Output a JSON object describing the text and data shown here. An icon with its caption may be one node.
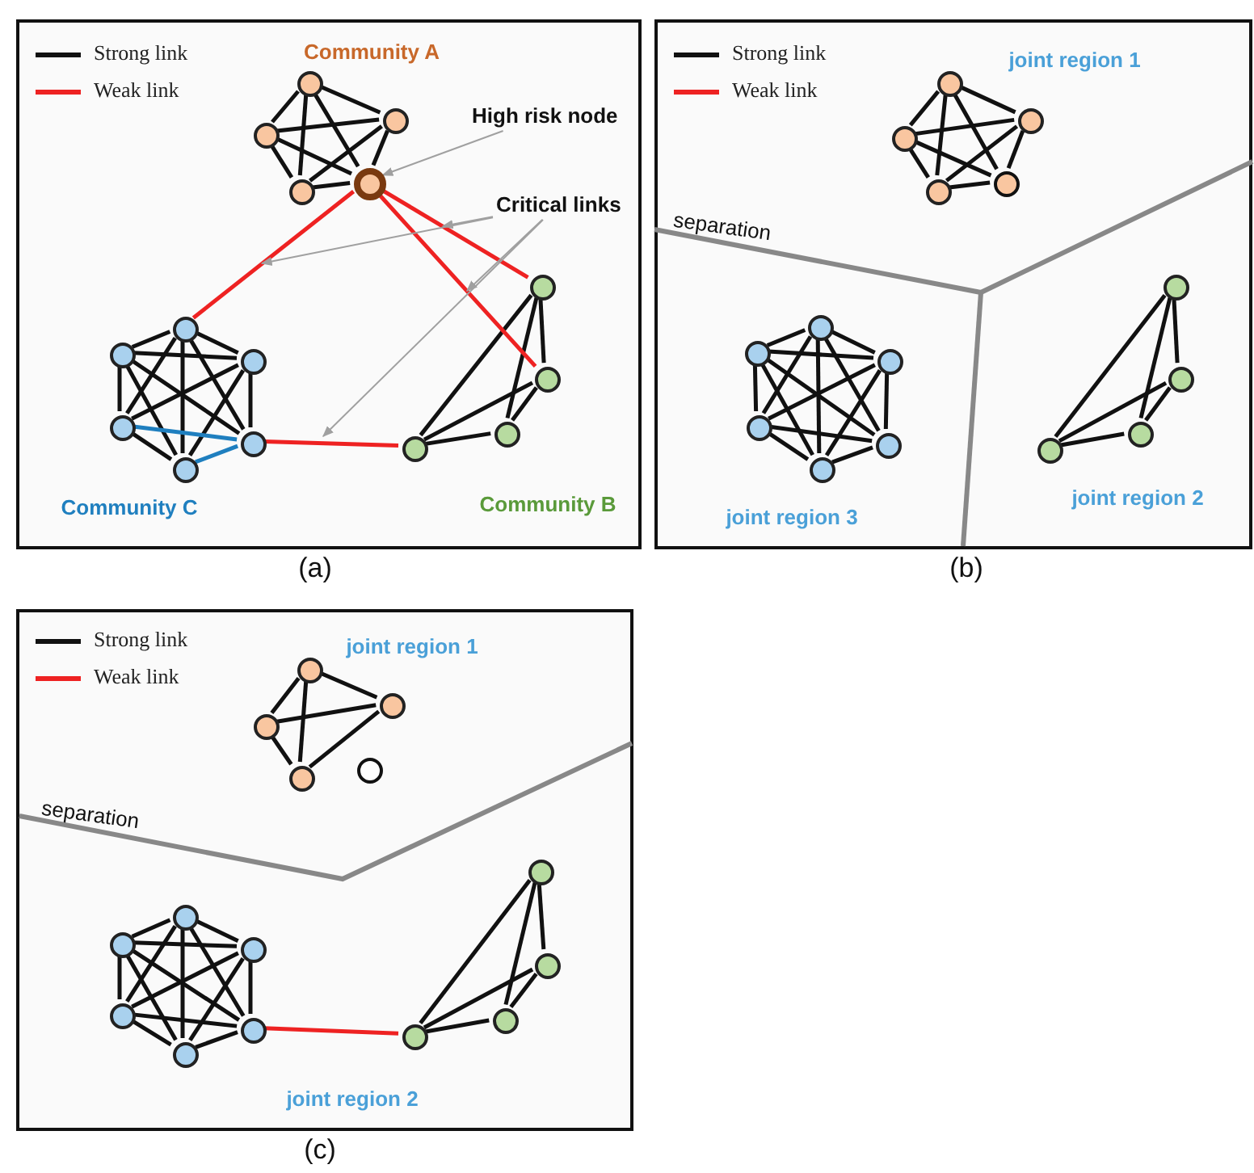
{
  "diagram": {
    "nodes": [
      {
        "text": [
          "Community A",
          "Community C",
          "Community B"
        ],
        "beside": [
          "(a)"
        ]
      },
      {
        "text": [
          "High risk node"
        ],
        "in": 0
      },
      {
        "text": [
          "Critical links"
        ],
        "in": 0
      },
      {
        "text": [],
        "shape": "circle",
        "in": 0
      },
      {
        "text": [],
        "shape": "circle",
        "in": 0
      },
      {
        "text": [],
        "shape": "circle",
        "in": 0
      },
      {
        "text": [],
        "shape": "circle",
        "in": 0
      },
      {
        "text": [],
        "shape": "circle",
        "in": 0
      },
      {
        "text": [],
        "shape": "circle",
        "in": 0
      },
      {
        "text": [],
        "shape": "circle",
        "in": 0
      },
      {
        "text": [],
        "shape": "circle",
        "in": 0
      },
      {
        "text": [],
        "shape": "circle",
        "in": 0
      },
      {
        "text": [],
        "shape": "circle",
        "in": 0
      },
      {
        "text": [],
        "shape": "circle",
        "in": 0
      },
      {
        "text": [],
        "shape": "circle",
        "in": 0
      },
      {
        "text": [],
        "shape": "circle",
        "in": 0
      },
      {
        "text": [],
        "shape": "circle",
        "in": 0
      },
      {
        "text": [],
        "shape": "circle",
        "in": 0
      },
      {
        "text": [
          "joint region 1",
          "separation",
          "joint region 3",
          "joint region 2"
        ],
        "beside": [
          "(b)"
        ]
      },
      {
        "text": [],
        "shape": "circle",
        "in": 18
      },
      {
        "text": [],
        "shape": "circle",
        "in": 18
      },
      {
        "text": [],
        "shape": "circle",
        "in": 18
      },
      {
        "text": [],
        "shape": "circle",
        "in": 18
      },
      {
        "text": [],
        "shape": "circle",
        "in": 18
      },
      {
        "text": [],
        "shape": "circle",
        "in": 18
      },
      {
        "text": [],
        "shape": "circle",
        "in": 18
      },
      {
        "text": [],
        "shape": "circle",
        "in": 18
      },
      {
        "text": [],
        "shape": "circle",
        "in": 18
      },
      {
        "text": [],
        "shape": "circle",
        "in": 18
      },
      {
        "text": [],
        "shape": "circle",
        "in": 18
      },
      {
        "text": [],
        "shape": "circle",
        "in": 18
      },
      {
        "text": [],
        "shape": "circle",
        "in": 18
      },
      {
        "text": [],
        "shape": "circle",
        "in": 18
      },
      {
        "text": [],
        "shape": "circle",
        "in": 18
      },
      {
        "text": [
          "joint region 1",
          "separation",
          "joint region 2"
        ],
        "beside": [
          "(c)"
        ]
      },
      {
        "text": [],
        "shape": "circle",
        "in": 34
      },
      {
        "text": [],
        "shape": "circle",
        "in": 34
      },
      {
        "text": [],
        "shape": "circle",
        "in": 34
      },
      {
        "text": [],
        "shape": "circle",
        "in": 34
      },
      {
        "text": [],
        "shape": "circle",
        "in": 34
      },
      {
        "text": [],
        "shape": "circle",
        "in": 34
      },
      {
        "text": [],
        "shape": "circle",
        "in": 34
      },
      {
        "text": [],
        "shape": "circle",
        "in": 34
      },
      {
        "text": [],
        "shape": "circle",
        "in": 34
      },
      {
        "text": [],
        "shape": "circle",
        "in": 34
      },
      {
        "text": [],
        "shape": "circle",
        "in": 34
      },
      {
        "text": [],
        "shape": "circle",
        "in": 34
      },
      {
        "text": [],
        "shape": "circle",
        "in": 34
      },
      {
        "text": [],
        "shape": "circle",
        "in": 34
      },
      {
        "text": [],
        "shape": "circle",
        "in": 34
      }
    ],
    "edges": [
      {
        "from": 3,
        "to": 4,
        "arrow": "none"
      },
      {
        "from": 3,
        "to": 5,
        "arrow": "none"
      },
      {
        "from": 3,
        "to": 6,
        "arrow": "none"
      },
      {
        "from": 3,
        "to": 7,
        "arrow": "none"
      },
      {
        "from": 4,
        "to": 5,
        "arrow": "none"
      },
      {
        "from": 4,
        "to": 6,
        "arrow": "none"
      },
      {
        "from": 4,
        "to": 7,
        "arrow": "none"
      },
      {
        "from": 5,
        "to": 6,
        "arrow": "none"
      },
      {
        "from": 5,
        "to": 7,
        "arrow": "none"
      },
      {
        "from": 6,
        "to": 7,
        "arrow": "none"
      },
      {
        "from": 8,
        "to": 9,
        "arrow": "none"
      },
      {
        "from": 8,
        "to": 10,
        "arrow": "none"
      },
      {
        "from": 8,
        "to": 11,
        "arrow": "none"
      },
      {
        "from": 8,
        "to": 12,
        "arrow": "none"
      },
      {
        "from": 8,
        "to": 13,
        "arrow": "none"
      },
      {
        "from": 9,
        "to": 10,
        "arrow": "none"
      },
      {
        "from": 9,
        "to": 11,
        "arrow": "none"
      },
      {
        "from": 9,
        "to": 12,
        "arrow": "none"
      },
      {
        "from": 9,
        "to": 13,
        "arrow": "none"
      },
      {
        "from": 10,
        "to": 11,
        "arrow": "none"
      },
      {
        "from": 10,
        "to": 12,
        "arrow": "none"
      },
      {
        "from": 10,
        "to": 13,
        "arrow": "none"
      },
      {
        "from": 11,
        "to": 12,
        "arrow": "none",
        "color": "#1f7fbf"
      },
      {
        "from": 11,
        "to": 13,
        "arrow": "none"
      },
      {
        "from": 12,
        "to": 13,
        "arrow": "none",
        "color": "#1f7fbf"
      },
      {
        "from": 14,
        "to": 15,
        "arrow": "none"
      },
      {
        "from": 14,
        "to": 16,
        "arrow": "none"
      },
      {
        "from": 14,
        "to": 17,
        "arrow": "none"
      },
      {
        "from": 15,
        "to": 16,
        "arrow": "none"
      },
      {
        "from": 15,
        "to": 17,
        "arrow": "none"
      },
      {
        "from": 16,
        "to": 17,
        "arrow": "none"
      },
      {
        "from": 7,
        "to": 8,
        "arrow": "none",
        "color": "#ee2222"
      },
      {
        "from": 7,
        "to": 14,
        "arrow": "none",
        "color": "#ee2222"
      },
      {
        "from": 7,
        "to": 15,
        "arrow": "none",
        "color": "#ee2222"
      },
      {
        "from": 12,
        "to": 17,
        "arrow": "none",
        "color": "#ee2222"
      },
      {
        "from": 1,
        "to": 7,
        "arrow": "to",
        "color": "#a0a0a0"
      },
      {
        "from": 2,
        "to": null,
        "arrow": "to",
        "color": "#a0a0a0"
      },
      {
        "from": 2,
        "to": null,
        "arrow": "to",
        "color": "#a0a0a0"
      },
      {
        "from": 2,
        "to": null,
        "arrow": "to",
        "color": "#a0a0a0"
      },
      {
        "from": 2,
        "to": null,
        "arrow": "to",
        "color": "#a0a0a0"
      },
      {
        "from": 19,
        "to": 20,
        "arrow": "none"
      },
      {
        "from": 19,
        "to": 21,
        "arrow": "none"
      },
      {
        "from": 19,
        "to": 22,
        "arrow": "none"
      },
      {
        "from": 19,
        "to": 23,
        "arrow": "none"
      },
      {
        "from": 20,
        "to": 21,
        "arrow": "none"
      },
      {
        "from": 20,
        "to": 22,
        "arrow": "none"
      },
      {
        "from": 20,
        "to": 23,
        "arrow": "none"
      },
      {
        "from": 21,
        "to": 22,
        "arrow": "none"
      },
      {
        "from": 21,
        "to": 23,
        "arrow": "none"
      },
      {
        "from": 22,
        "to": 23,
        "arrow": "none"
      },
      {
        "from": 24,
        "to": 25,
        "arrow": "none"
      },
      {
        "from": 24,
        "to": 26,
        "arrow": "none"
      },
      {
        "from": 24,
        "to": 27,
        "arrow": "none"
      },
      {
        "from": 24,
        "to": 28,
        "arrow": "none"
      },
      {
        "from": 24,
        "to": 29,
        "arrow": "none"
      },
      {
        "from": 25,
        "to": 26,
        "arrow": "none"
      },
      {
        "from": 25,
        "to": 27,
        "arrow": "none"
      },
      {
        "from": 25,
        "to": 28,
        "arrow": "none"
      },
      {
        "from": 25,
        "to": 29,
        "arrow": "none"
      },
      {
        "from": 26,
        "to": 27,
        "arrow": "none"
      },
      {
        "from": 26,
        "to": 28,
        "arrow": "none"
      },
      {
        "from": 26,
        "to": 29,
        "arrow": "none"
      },
      {
        "from": 27,
        "to": 28,
        "arrow": "none"
      },
      {
        "from": 27,
        "to": 29,
        "arrow": "none"
      },
      {
        "from": 28,
        "to": 29,
        "arrow": "none"
      },
      {
        "from": 30,
        "to": 31,
        "arrow": "none"
      },
      {
        "from": 30,
        "to": 32,
        "arrow": "none"
      },
      {
        "from": 30,
        "to": 33,
        "arrow": "none"
      },
      {
        "from": 31,
        "to": 32,
        "arrow": "none"
      },
      {
        "from": 31,
        "to": 33,
        "arrow": "none"
      },
      {
        "from": 32,
        "to": 33,
        "arrow": "none"
      },
      {
        "from": 35,
        "to": 36,
        "arrow": "none"
      },
      {
        "from": 35,
        "to": 37,
        "arrow": "none"
      },
      {
        "from": 35,
        "to": 38,
        "arrow": "none"
      },
      {
        "from": 36,
        "to": 37,
        "arrow": "none"
      },
      {
        "from": 36,
        "to": 38,
        "arrow": "none"
      },
      {
        "from": 37,
        "to": 38,
        "arrow": "none"
      },
      {
        "from": 40,
        "to": 41,
        "arrow": "none"
      },
      {
        "from": 40,
        "to": 42,
        "arrow": "none"
      },
      {
        "from": 40,
        "to": 43,
        "arrow": "none"
      },
      {
        "from": 40,
        "to": 44,
        "arrow": "none"
      },
      {
        "from": 40,
        "to": 45,
        "arrow": "none"
      },
      {
        "from": 41,
        "to": 42,
        "arrow": "none"
      },
      {
        "from": 41,
        "to": 43,
        "arrow": "none"
      },
      {
        "from": 41,
        "to": 44,
        "arrow": "none"
      },
      {
        "from": 41,
        "to": 45,
        "arrow": "none"
      },
      {
        "from": 42,
        "to": 43,
        "arrow": "none"
      },
      {
        "from": 42,
        "to": 44,
        "arrow": "none"
      },
      {
        "from": 42,
        "to": 45,
        "arrow": "none"
      },
      {
        "from": 43,
        "to": 44,
        "arrow": "none"
      },
      {
        "from": 43,
        "to": 45,
        "arrow": "none"
      },
      {
        "from": 44,
        "to": 45,
        "arrow": "none"
      },
      {
        "from": 46,
        "to": 47,
        "arrow": "none"
      },
      {
        "from": 46,
        "to": 48,
        "arrow": "none"
      },
      {
        "from": 46,
        "to": 49,
        "arrow": "none"
      },
      {
        "from": 47,
        "to": 48,
        "arrow": "none"
      },
      {
        "from": 47,
        "to": 49,
        "arrow": "none"
      },
      {
        "from": 48,
        "to": 49,
        "arrow": "none"
      },
      {
        "from": 44,
        "to": 49,
        "arrow": "none",
        "color": "#ee2222"
      }
    ],
    "legend": [
      {
        "text": "Strong link"
      },
      {
        "text": "Weak link"
      },
      {
        "text": "Strong link"
      },
      {
        "text": "Weak link"
      },
      {
        "text": "Strong link"
      },
      {
        "text": "Weak link"
      }
    ]
  }
}
